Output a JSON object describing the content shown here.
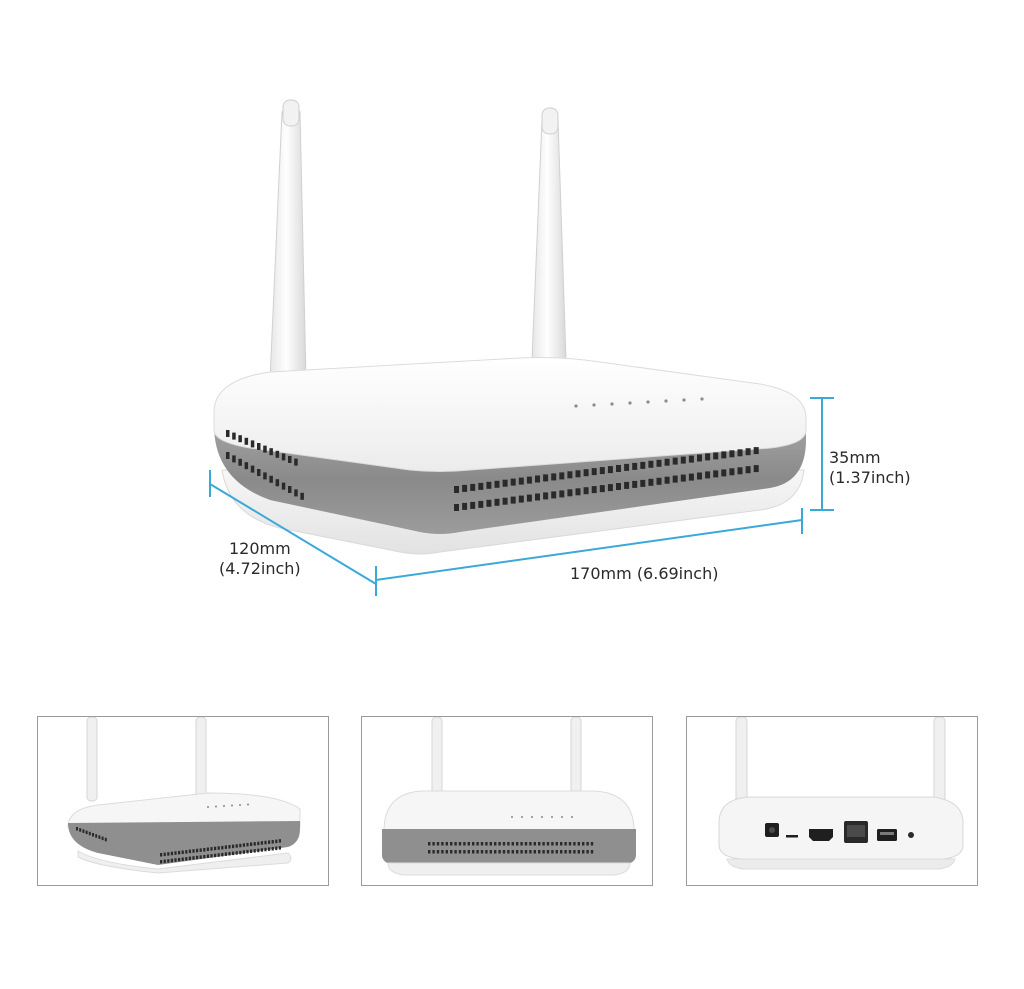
{
  "dimensions": {
    "height": {
      "metric": "35mm",
      "imperial": "(1.37inch)"
    },
    "depth": {
      "metric": "120mm",
      "imperial": "(4.72inch)"
    },
    "width": {
      "metric": "170mm",
      "imperial": "(6.69inch)"
    }
  },
  "colors": {
    "dimension_line": "#3aa8d8",
    "device_body": "#f4f4f4",
    "vent_band": "#8e8e8e",
    "vent_slot": "#2a2a2a",
    "thumb_border": "#9a9a9a"
  },
  "thumbnails": [
    {
      "view": "angled-front"
    },
    {
      "view": "front"
    },
    {
      "view": "rear-ports"
    }
  ]
}
